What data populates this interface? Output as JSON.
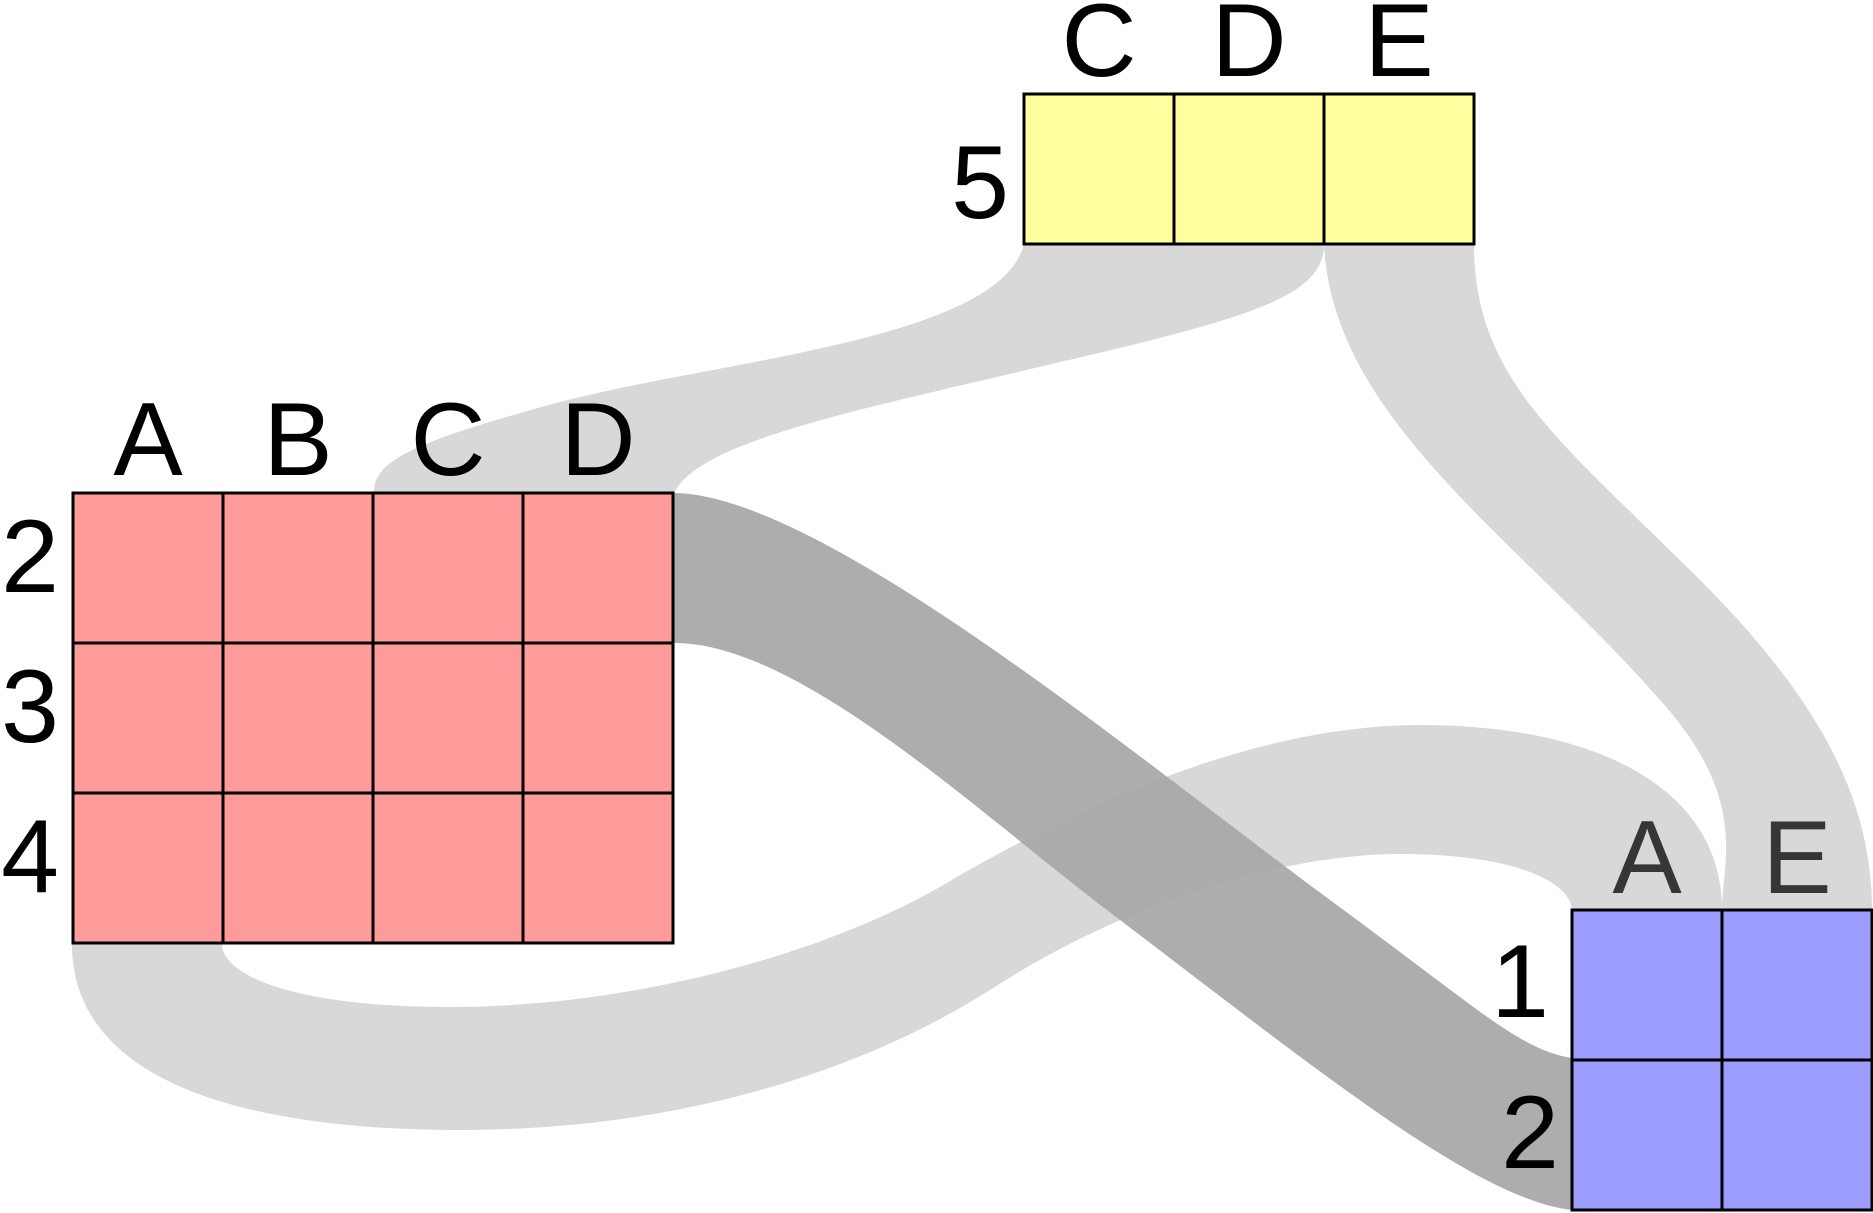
{
  "colors": {
    "red_table": "#ff9b9b",
    "yellow_table": "#ffff9e",
    "blue_table": "#9d9dff",
    "light_band": "#d6d6d6",
    "dark_band": "#a9a9a9",
    "grid": "#000000"
  },
  "tables": {
    "red": {
      "columns": [
        "A",
        "B",
        "C",
        "D"
      ],
      "rows": [
        "2",
        "3",
        "4"
      ]
    },
    "yellow": {
      "columns": [
        "C",
        "D",
        "E"
      ],
      "rows": [
        "5"
      ]
    },
    "blue": {
      "columns": [
        "A",
        "E"
      ],
      "rows": [
        "1",
        "2"
      ]
    }
  }
}
